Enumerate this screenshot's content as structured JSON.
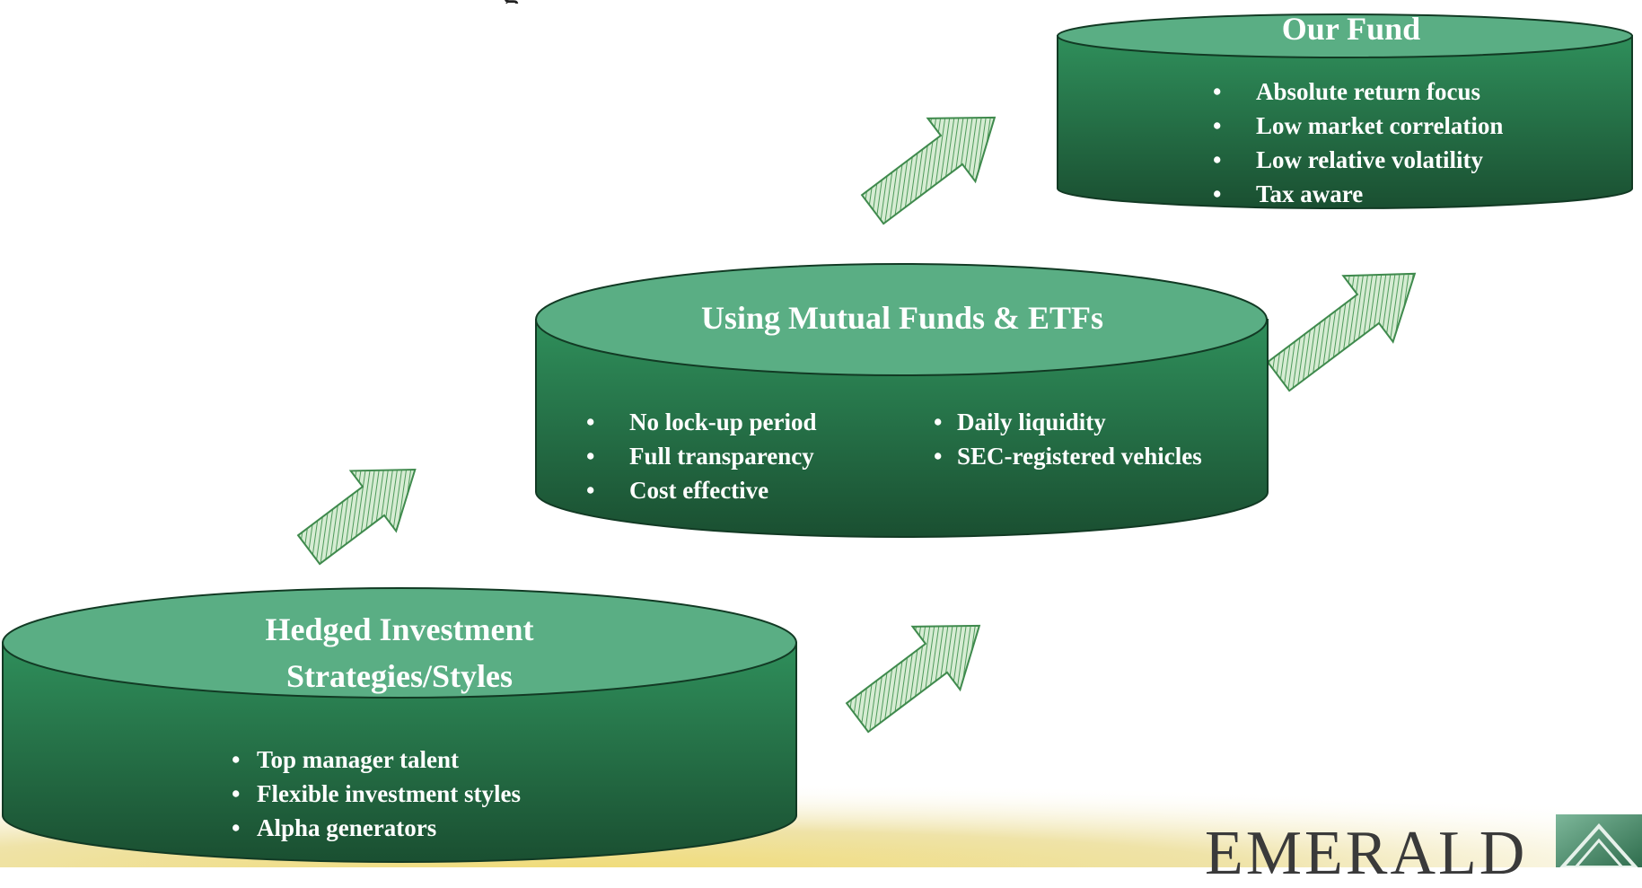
{
  "cylinders": [
    {
      "title_lines": [
        "Hedged Investment",
        "Strategies/Styles"
      ],
      "bullets": [
        "Top manager talent",
        "Flexible investment styles",
        "Alpha generators"
      ]
    },
    {
      "title_lines": [
        "Using Mutual Funds & ETFs"
      ],
      "bullets_left": [
        "No lock-up period",
        "Full transparency",
        "Cost effective"
      ],
      "bullets_right": [
        "Daily liquidity",
        "SEC-registered vehicles"
      ]
    },
    {
      "title_lines": [
        "Our Fund"
      ],
      "bullets": [
        "Absolute return focus",
        "Low market correlation",
        "Low relative volatility",
        "Tax aware"
      ]
    }
  ],
  "logo": {
    "text": "EMERALD"
  },
  "colors": {
    "cylinder_top": "#5aae84",
    "cylinder_body_light": "#2e8a58",
    "cylinder_body_dark": "#1b5535",
    "arrow_fill": "#c9e6c9",
    "arrow_hatch": "#4f9a5b",
    "footer_glow": "#e9d98a"
  }
}
